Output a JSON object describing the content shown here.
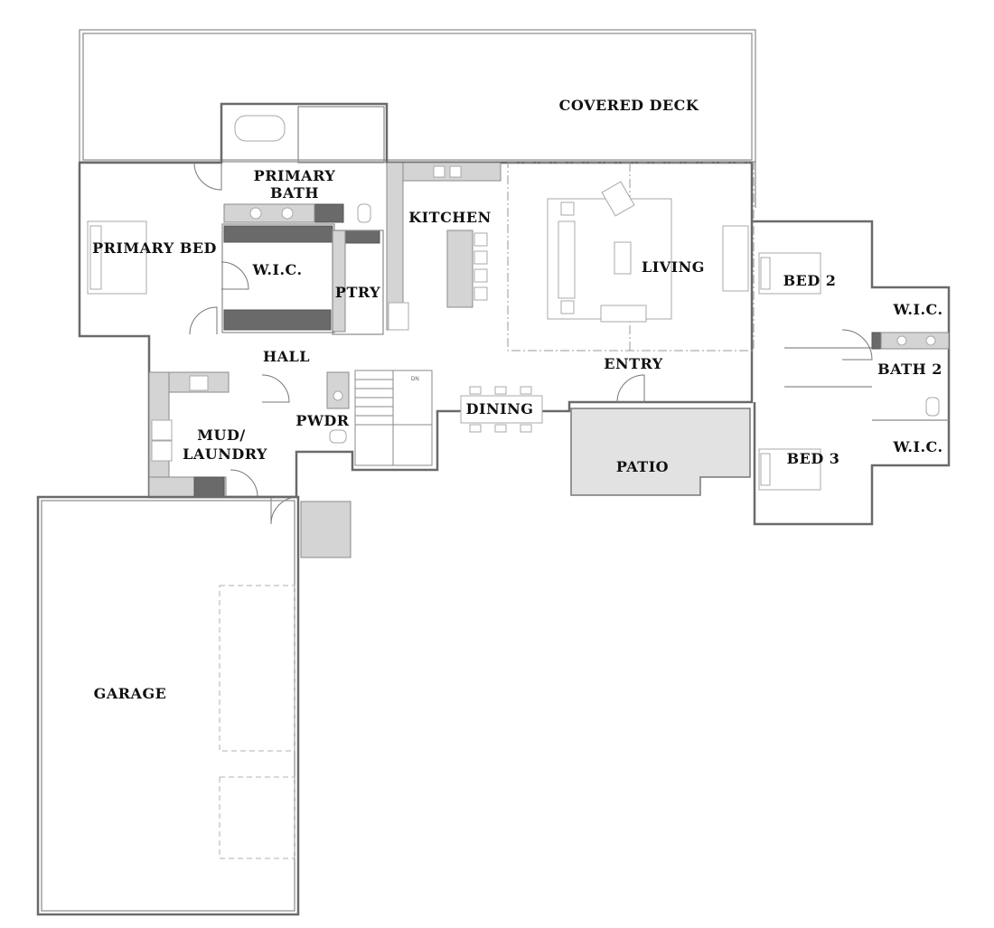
{
  "rooms": {
    "covered_deck": "COVERED DECK",
    "primary_bath_line1": "PRIMARY",
    "primary_bath_line2": "BATH",
    "primary_bed": "PRIMARY BED",
    "wic_primary": "W.I.C.",
    "kitchen": "KITCHEN",
    "pantry": "PTRY",
    "living": "LIVING",
    "bed2": "BED 2",
    "wic_bed2": "W.I.C.",
    "hall": "HALL",
    "entry": "ENTRY",
    "bath2": "BATH 2",
    "mud_line1": "MUD/",
    "mud_line2": "LAUNDRY",
    "powder": "PWDR",
    "dining": "DINING",
    "patio": "PATIO",
    "bed3": "BED 3",
    "wic_bed3": "W.I.C.",
    "garage": "GARAGE"
  },
  "stair_note": "DN",
  "colors": {
    "wall": "#6a6a6a",
    "counter": "#d4d4d4",
    "dark_counter": "#6a6a6a",
    "patio_fill": "#e2e2e2"
  }
}
